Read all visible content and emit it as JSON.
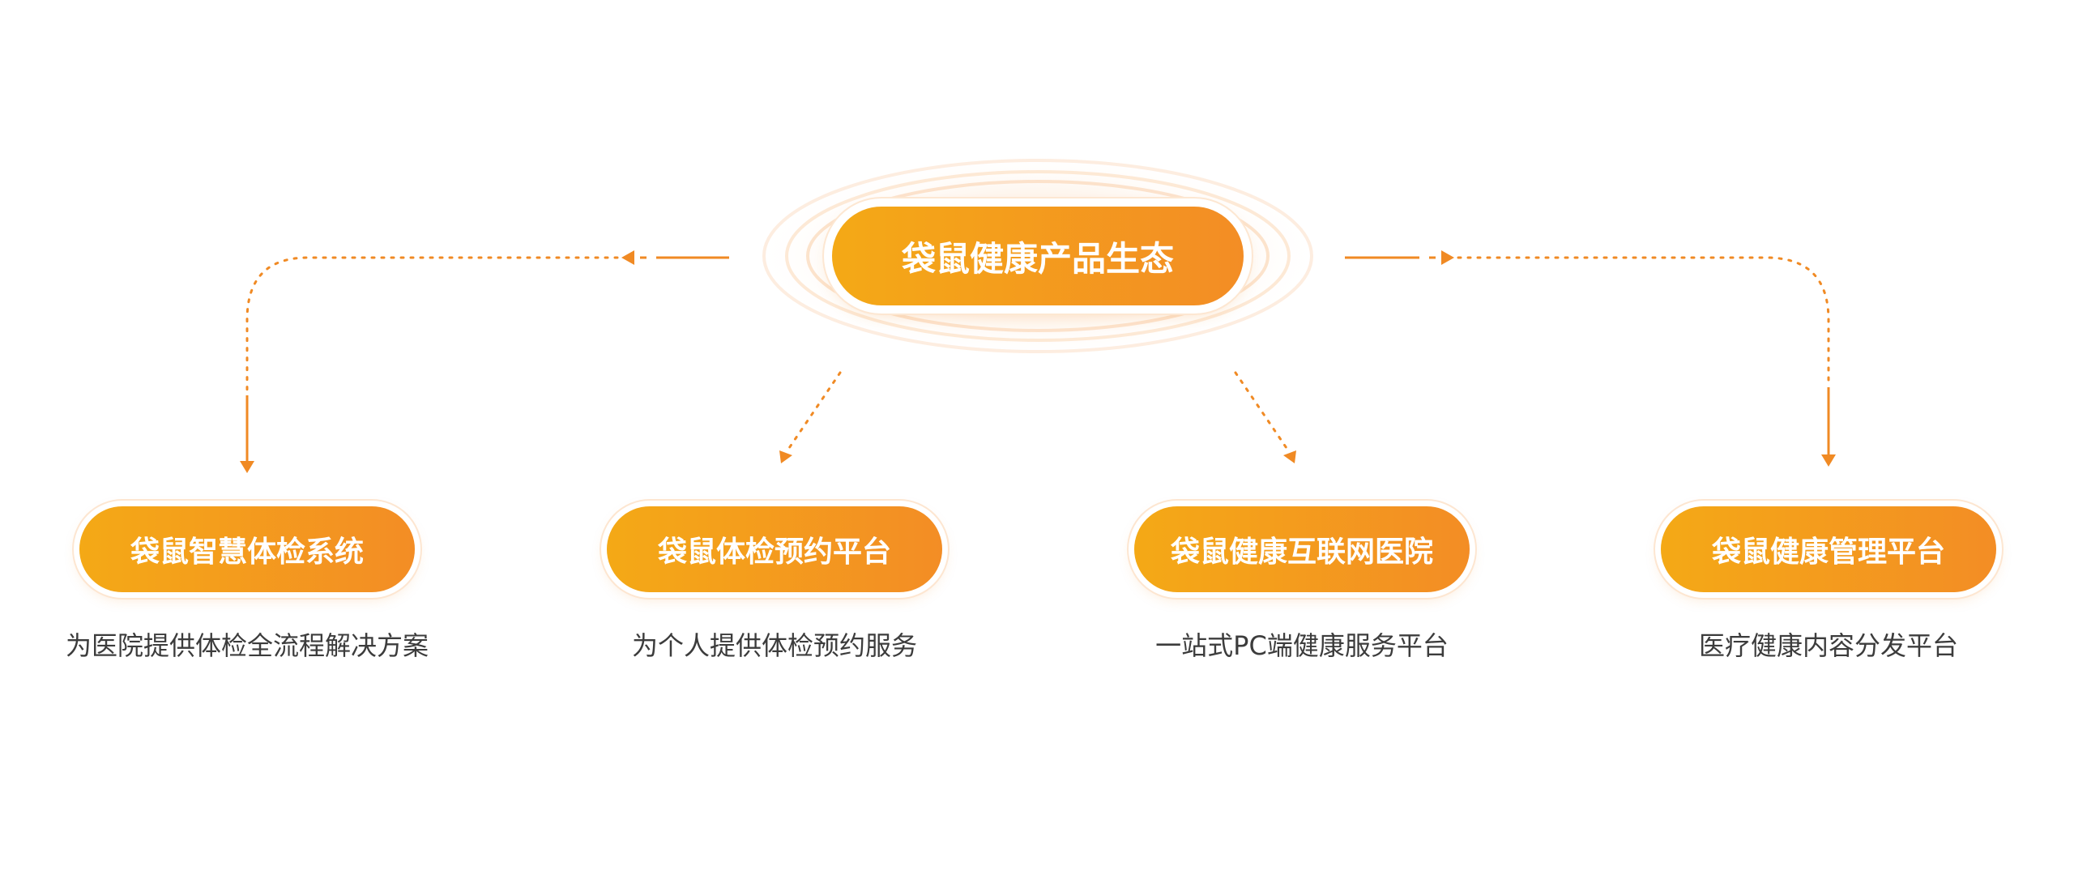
{
  "colors": {
    "accent_start": "#f4a916",
    "accent_end": "#f38d25",
    "connector": "#f08a24",
    "description_text": "#3c3c3c"
  },
  "center": {
    "label": "袋鼠健康产品生态"
  },
  "products": [
    {
      "label": "袋鼠智慧体检系统",
      "description": "为医院提供体检全流程解决方案"
    },
    {
      "label": "袋鼠体检预约平台",
      "description": "为个人提供体检预约服务"
    },
    {
      "label": "袋鼠健康互联网医院",
      "description": "一站式PC端健康服务平台"
    },
    {
      "label": "袋鼠健康管理平台",
      "description": "医疗健康内容分发平台"
    }
  ]
}
